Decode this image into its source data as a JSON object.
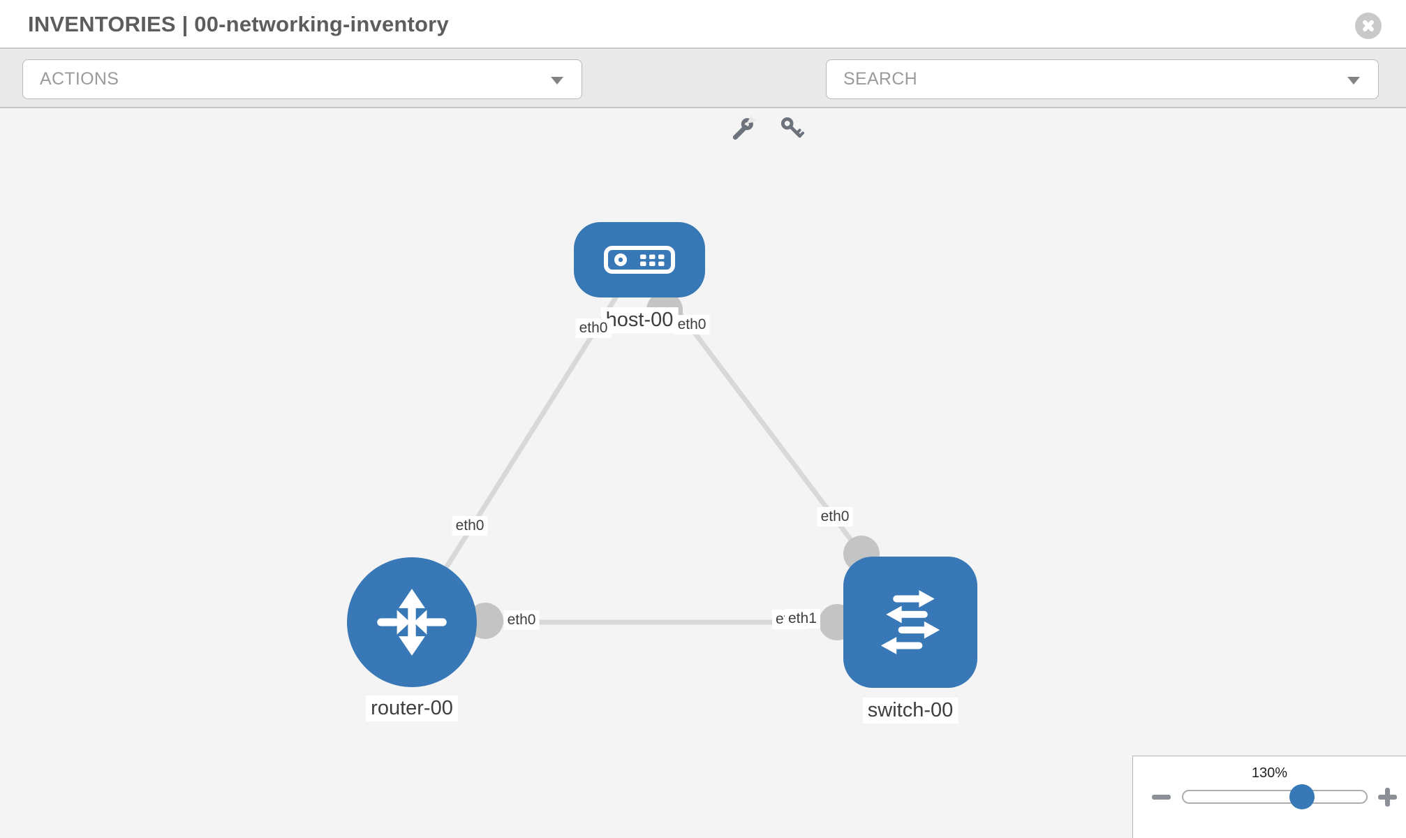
{
  "header": {
    "title": "INVENTORIES | 00-networking-inventory"
  },
  "toolbar": {
    "actions_label": "ACTIONS",
    "search_placeholder": "SEARCH"
  },
  "icons": {
    "close": "circle-x",
    "actions_chevron": "chevron-down",
    "search_chevron": "chevron-down",
    "wrench": "wrench",
    "key": "key",
    "host": "server-device",
    "router": "four-direction-arrows",
    "switch": "crossing-arrows",
    "port": "gray-circle",
    "zoom_out": "minus",
    "zoom_in": "plus"
  },
  "colors": {
    "node_blue": "#3878b6",
    "link_gray": "#d8d8d8",
    "port_gray": "#c4c4c4",
    "canvas_bg": "#f4f4f4",
    "toolbar_bg": "#e9e9e9"
  },
  "topology": {
    "nodes": [
      {
        "name": "host-00",
        "type": "host"
      },
      {
        "name": "router-00",
        "type": "router"
      },
      {
        "name": "switch-00",
        "type": "switch"
      }
    ],
    "links": [
      {
        "from": "host-00",
        "to": "router-00"
      },
      {
        "from": "host-00",
        "to": "switch-00"
      },
      {
        "from": "router-00",
        "to": "switch-00"
      }
    ],
    "interface_labels": {
      "host_router_at_host": "eth0",
      "host_switch_at_host": "eth0",
      "host_router_at_router": "eth0",
      "host_switch_at_switch": "eth0",
      "router_switch_at_router": "eth0",
      "router_switch_at_switch_hidden": "eth0",
      "router_switch_at_switch": "eth1"
    }
  },
  "zoom_control": {
    "value": "130%",
    "percent": 130
  }
}
